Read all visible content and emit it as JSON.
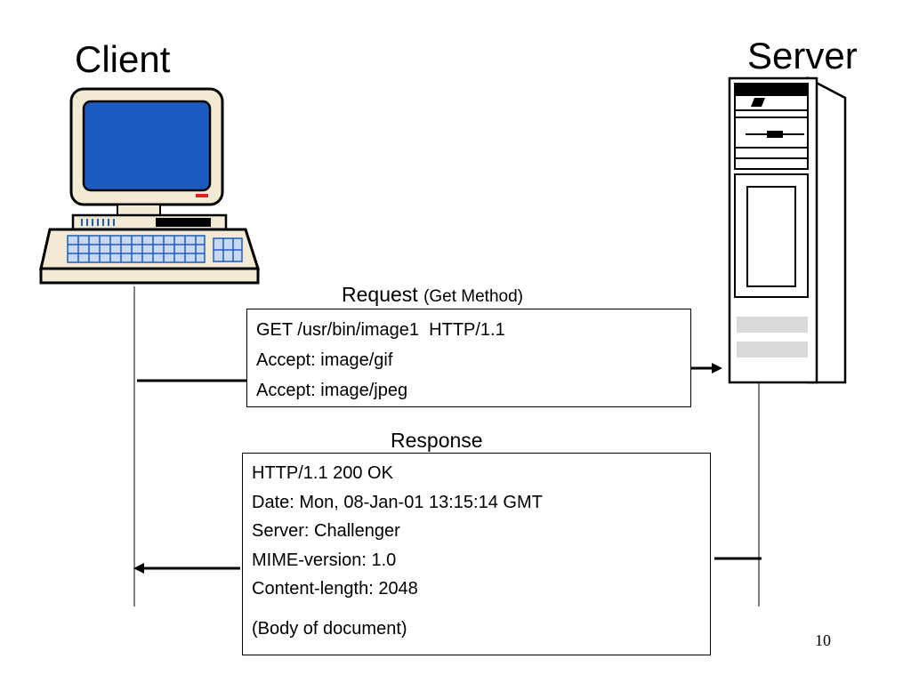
{
  "titles": {
    "client": "Client",
    "server": "Server"
  },
  "request": {
    "label": "Request",
    "label_note": "(Get Method)",
    "lines": [
      "GET /usr/bin/image1  HTTP/1.1",
      "Accept: image/gif",
      "Accept: image/jpeg"
    ]
  },
  "response": {
    "label": "Response",
    "lines": [
      "HTTP/1.1 200 OK",
      "Date: Mon, 08-Jan-01 13:15:14 GMT",
      "Server: Challenger",
      "MIME-version: 1.0",
      "Content-length: 2048"
    ],
    "body": "(Body of document)"
  },
  "page_number": "10",
  "colors": {
    "screen_blue": "#1c5bbf",
    "monitor_beige": "#f2ead2",
    "keyboard_keys": "#c8d8f0",
    "power_led": "#e02020",
    "server_panel": "#d9d9d9"
  }
}
